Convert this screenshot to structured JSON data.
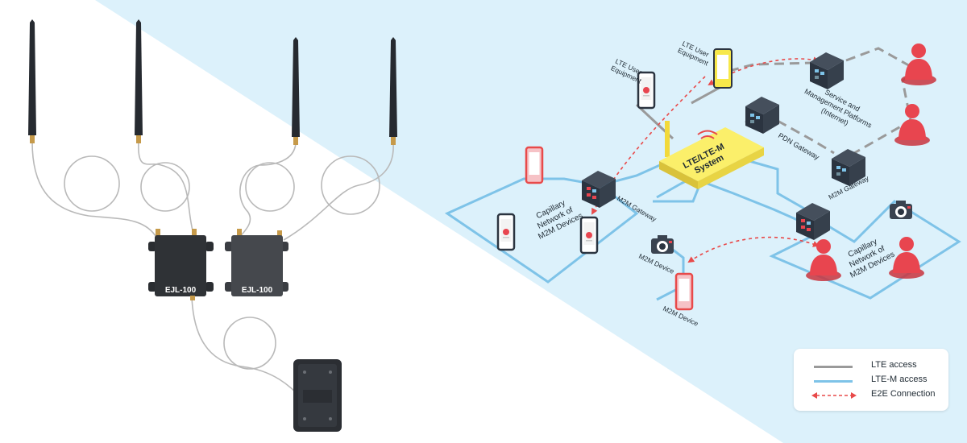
{
  "modules": [
    {
      "label": "EJL-100"
    },
    {
      "label": "EJL-100"
    }
  ],
  "diagram": {
    "system_label": [
      "LTE/LTE-M",
      "System"
    ],
    "pdn_gateway": "PDN Gateway",
    "service_platforms": [
      "Service and",
      "Management Platforms",
      "(Internet)"
    ],
    "lte_ue_1": [
      "LTE User",
      "Equipment"
    ],
    "lte_ue_2": [
      "LTE User",
      "Equipment"
    ],
    "m2m_gateway_1": "M2M Gateway",
    "m2m_gateway_2": "M2M Gateway",
    "capillary_1": [
      "Capillary",
      "Network of",
      "M2M Devices"
    ],
    "capillary_2": [
      "Capillary",
      "Network of",
      "M2M Devices"
    ],
    "m2m_device_1": "M2M Device",
    "m2m_device_2": "M2M Device"
  },
  "legend": {
    "items": [
      {
        "label": "LTE access",
        "color": "#9a9a9a"
      },
      {
        "label": "LTE-M access",
        "color": "#7ec3e8"
      },
      {
        "label": "E2E Connection",
        "color": "#e84a4a"
      }
    ]
  },
  "colors": {
    "background_light": "#dcf1fb",
    "lte_m_line": "#7ec3e8",
    "lte_line": "#9a9a9a",
    "e2e_line": "#e84a4a",
    "system_box": "#f7e84a",
    "gateway_box": "#2b3440",
    "user_icon": "#e8454f"
  }
}
